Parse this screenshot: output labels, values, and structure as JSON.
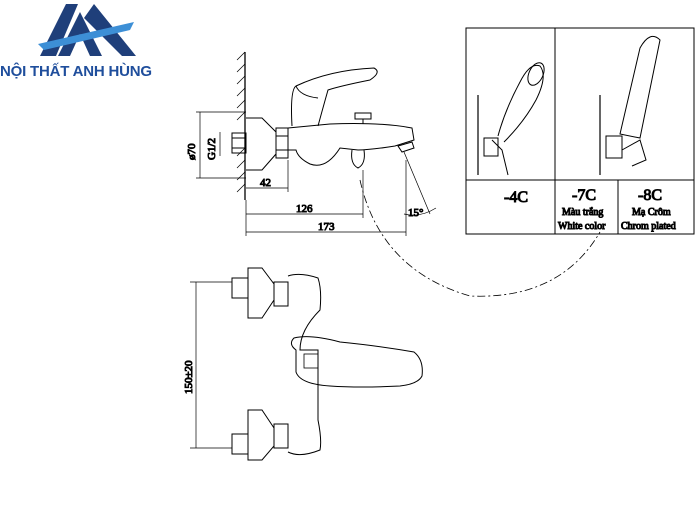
{
  "brand": {
    "name": "NỘI THẤT ANH HÙNG",
    "logo_colors": {
      "dark": "#1f3f7a",
      "light": "#3d8fd6"
    }
  },
  "dimensions": {
    "diameter": "ø70",
    "thread": "G1/2",
    "d42": "42",
    "d126": "126",
    "d173": "173",
    "angle": "15°",
    "spacing": "150±20"
  },
  "variants": [
    {
      "code": "-4C",
      "note_line1": "",
      "note_line2": ""
    },
    {
      "code": "-7C",
      "note_line1": "Màu trắng",
      "note_line2": "White color"
    },
    {
      "code": "-8C",
      "note_line1": "Mạ Crôm",
      "note_line2": "Chrom plated"
    }
  ],
  "colors": {
    "line": "#000000",
    "brand": "#1f4e9c"
  }
}
